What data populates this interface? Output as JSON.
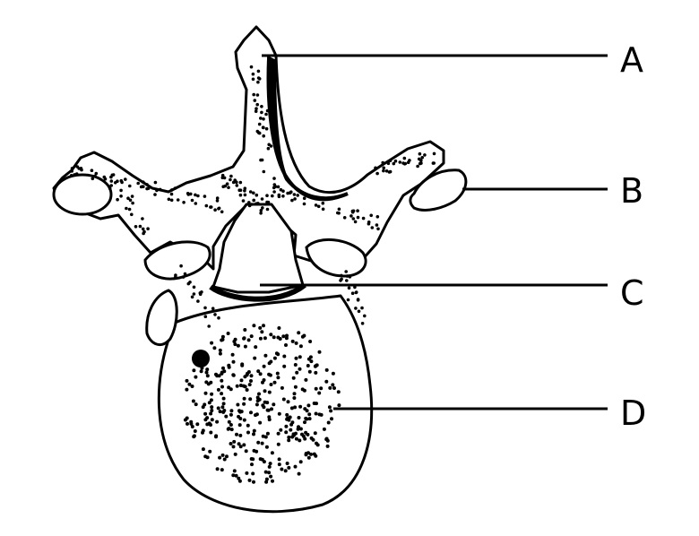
{
  "diagram": {
    "labels": [
      {
        "id": "a",
        "text": "A"
      },
      {
        "id": "b",
        "text": "B"
      },
      {
        "id": "c",
        "text": "C"
      },
      {
        "id": "d",
        "text": "D"
      }
    ]
  },
  "colors": {
    "ink": "#000000",
    "background": "#ffffff"
  }
}
